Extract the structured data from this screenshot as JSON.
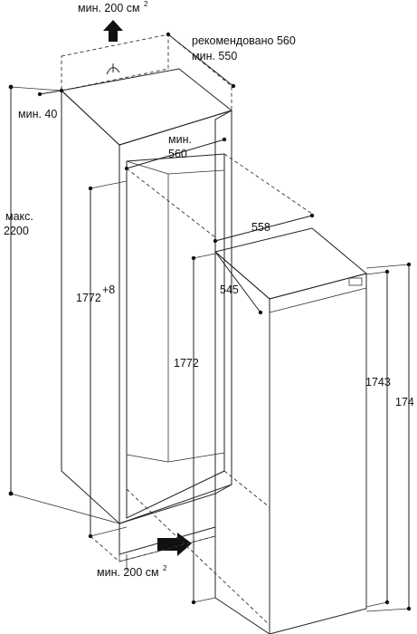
{
  "labels": {
    "vent_top": "мин. 200 см",
    "vent_top_sup": "2",
    "recommended": "рекомендовано 560",
    "min_550": "мин. 550",
    "min_40": "мин. 40",
    "max_label": "макс.",
    "max_value": "2200",
    "niche_width_label": "мин.",
    "niche_width_value": "560",
    "niche_height": "1772",
    "niche_height_sup": "+8",
    "appliance_width": "558",
    "appliance_depth": "545",
    "door_height": "1772",
    "body_height": "1743",
    "total_height": "174",
    "vent_bottom": "мин. 200 см",
    "vent_bottom_sup": "2"
  },
  "colors": {
    "line": "#222222",
    "shade": "#c8c8c8",
    "arrow": "#111111"
  }
}
